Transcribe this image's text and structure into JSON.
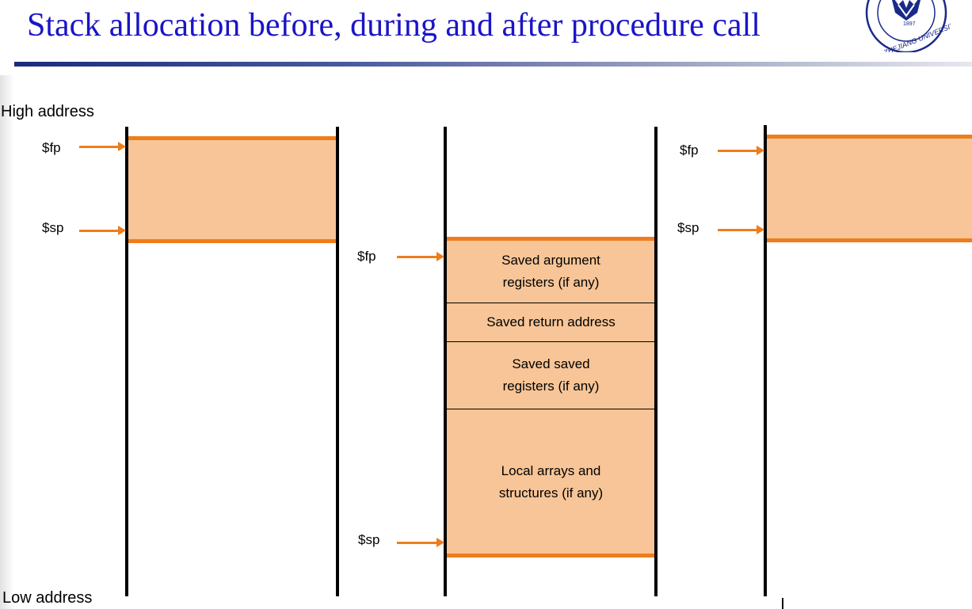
{
  "slide": {
    "title": "Stack allocation before, during and after procedure call",
    "high_address": "High address",
    "low_address": "Low address"
  },
  "logo": {
    "kind": "university-seal",
    "text": "ZHEJIANG UNIVERSITY",
    "year": "1897",
    "colors": {
      "ring": "#1a2a8a",
      "emblem": "#1a2a8a"
    }
  },
  "before": {
    "fp_label": "$fp",
    "sp_label": "$sp"
  },
  "during": {
    "fp_label": "$fp",
    "sp_label": "$sp",
    "segments": [
      {
        "text": "Saved argument registers (if any)"
      },
      {
        "text": "Saved return address"
      },
      {
        "text": "Saved saved registers (if any)"
      },
      {
        "text": "Local arrays and structures (if any)"
      }
    ]
  },
  "after": {
    "fp_label": "$fp",
    "sp_label": "$sp"
  },
  "colors": {
    "title": "#1a14c8",
    "frame_fill": "#f7c597",
    "frame_edge": "#ee7d1c",
    "arrow": "#ee7d1c"
  }
}
